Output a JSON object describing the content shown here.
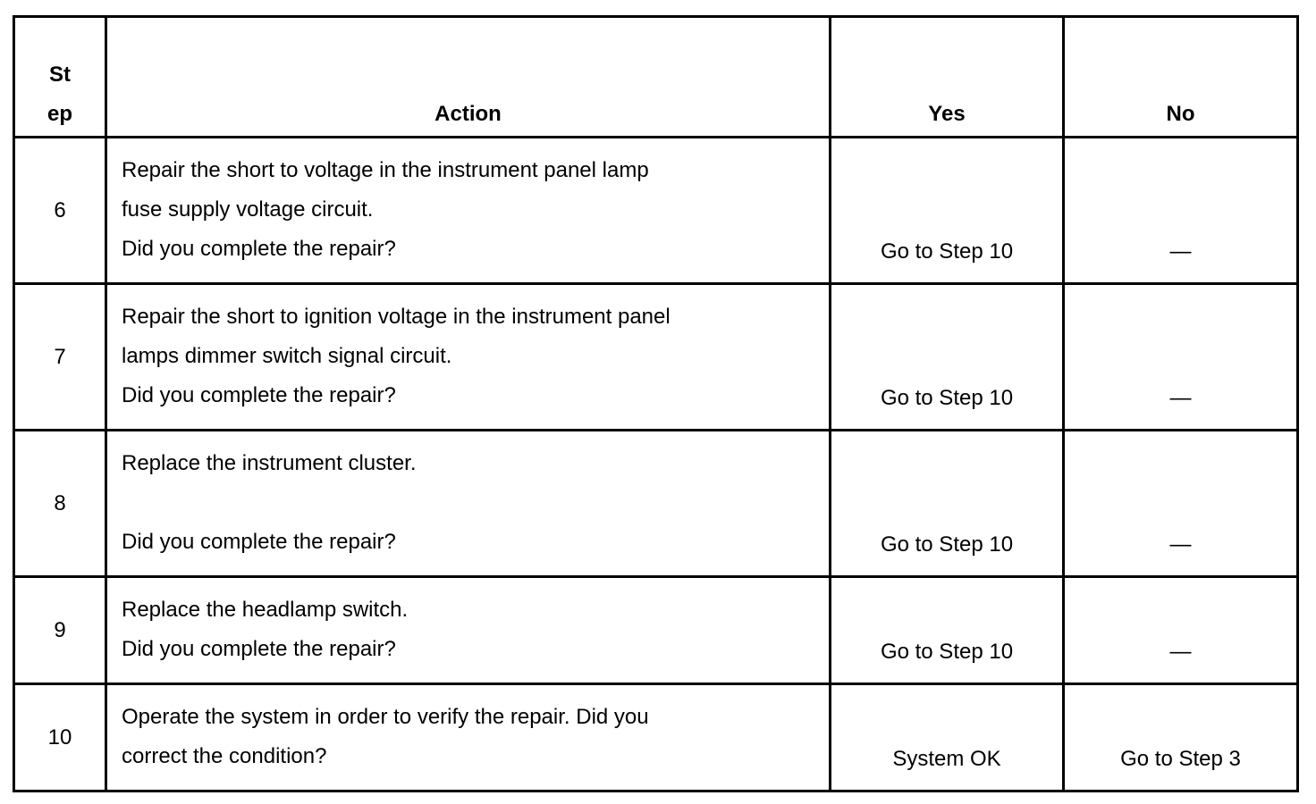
{
  "headers": {
    "step_line1": "St",
    "step_line2": "ep",
    "action": "Action",
    "yes": "Yes",
    "no": "No"
  },
  "rows": [
    {
      "step": "6",
      "action_lines": [
        "Repair the short to voltage in the instrument panel lamp",
        "fuse supply voltage circuit.",
        "Did you complete the repair?"
      ],
      "yes": "Go to Step 10",
      "no": "—"
    },
    {
      "step": "7",
      "action_lines": [
        "Repair the short to ignition voltage in the instrument panel",
        "lamps dimmer switch signal circuit.",
        "Did you complete the repair?"
      ],
      "yes": "Go to Step 10",
      "no": "—"
    },
    {
      "step": "8",
      "action_lines": [
        "Replace the instrument cluster.",
        "Did you complete the repair?"
      ],
      "yes": "Go to Step 10",
      "no": "—"
    },
    {
      "step": "9",
      "action_lines": [
        "Replace the headlamp switch.",
        "Did you complete the repair?"
      ],
      "yes": "Go to Step 10",
      "no": "—"
    },
    {
      "step": "10",
      "action_lines": [
        "Operate the system in order to verify the repair. Did you",
        "correct the condition?"
      ],
      "yes": "System OK",
      "no": "Go to Step 3"
    }
  ]
}
